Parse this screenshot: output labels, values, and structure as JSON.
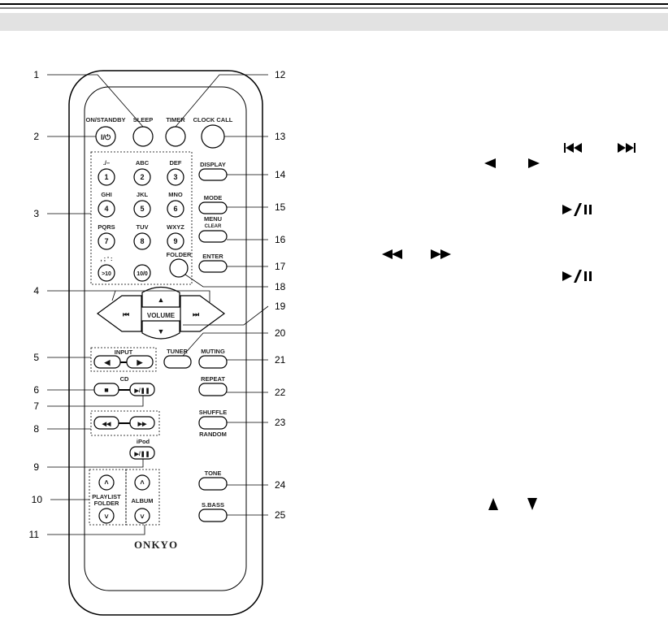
{
  "remote": {
    "brand": "ONKYO",
    "labels": {
      "on_standby": "ON/STANDBY",
      "sleep": "SLEEP",
      "timer": "TIMER",
      "clock_call": "CLOCK CALL",
      "display": "DISPLAY",
      "mode": "MODE",
      "menu": "MENU",
      "clear": "CLEAR",
      "enter": "ENTER",
      "folder": "FOLDER",
      "volume": "VOLUME",
      "input": "INPUT",
      "tuner": "TUNER",
      "muting": "MUTING",
      "cd": "CD",
      "repeat": "REPEAT",
      "shuffle": "SHUFFLE",
      "random": "RANDOM",
      "ipod": "iPod",
      "tone": "TONE",
      "sbass": "S.BASS",
      "playlist": "PLAYLIST",
      "folder2": "FOLDER",
      "album": "ALBUM"
    },
    "keypad": [
      {
        "letters": "./–",
        "digit": "1"
      },
      {
        "letters": "ABC",
        "digit": "2"
      },
      {
        "letters": "DEF",
        "digit": "3"
      },
      {
        "letters": "GHI",
        "digit": "4"
      },
      {
        "letters": "JKL",
        "digit": "5"
      },
      {
        "letters": "MNO",
        "digit": "6"
      },
      {
        "letters": "PQRS",
        "digit": "7"
      },
      {
        "letters": "TUV",
        "digit": "8"
      },
      {
        "letters": "WXYZ",
        "digit": "9"
      },
      {
        "letters": ", ; ' :",
        "digit": ">10"
      },
      {
        "letters": "",
        "digit": "10/0"
      }
    ]
  },
  "callouts": [
    "1",
    "2",
    "3",
    "4",
    "5",
    "6",
    "7",
    "8",
    "9",
    "10",
    "11",
    "12",
    "13",
    "14",
    "15",
    "16",
    "17",
    "18",
    "19",
    "20",
    "21",
    "22",
    "23",
    "24",
    "25"
  ],
  "symbols": {
    "skip_pair": "⏮ ⏭",
    "arrow_pair": "◀ ▶",
    "play_pause": "▶/❚❚",
    "rew_ff": "◀◀ ▶▶",
    "up_down": "▲ ▼"
  }
}
